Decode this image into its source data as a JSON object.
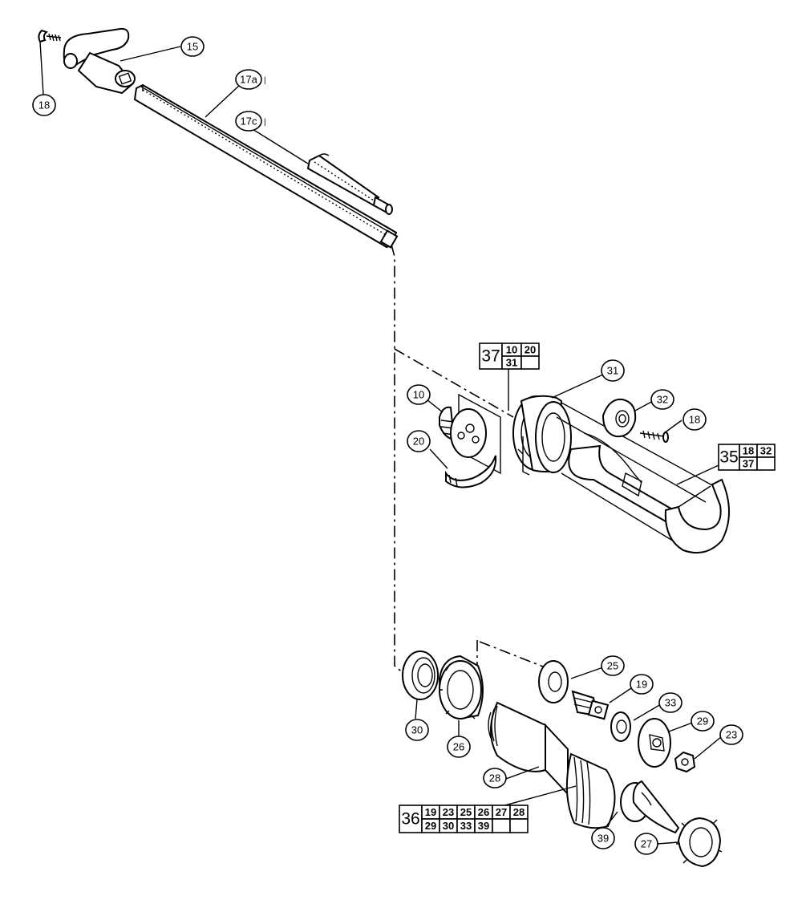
{
  "callouts": {
    "c15": "15",
    "c17a": "17a",
    "c17c": "17c",
    "c18a": "18",
    "c10": "10",
    "c20": "20",
    "c31": "31",
    "c32": "32",
    "c18b": "18",
    "c25": "25",
    "c19": "19",
    "c33": "33",
    "c29": "29",
    "c23": "23",
    "c30": "30",
    "c26": "26",
    "c28": "28",
    "c39": "39",
    "c27": "27"
  },
  "version_marks": {
    "m17a": "|",
    "m17c": "|"
  },
  "kits": {
    "k37": {
      "number": "37",
      "contents": [
        "10",
        "20",
        "31",
        ""
      ]
    },
    "k35": {
      "number": "35",
      "contents": [
        "18",
        "32",
        "37",
        ""
      ]
    },
    "k36": {
      "number": "36",
      "contents": [
        "19",
        "23",
        "25",
        "26",
        "27",
        "28",
        "29",
        "30",
        "33",
        "39",
        "",
        ""
      ]
    }
  }
}
